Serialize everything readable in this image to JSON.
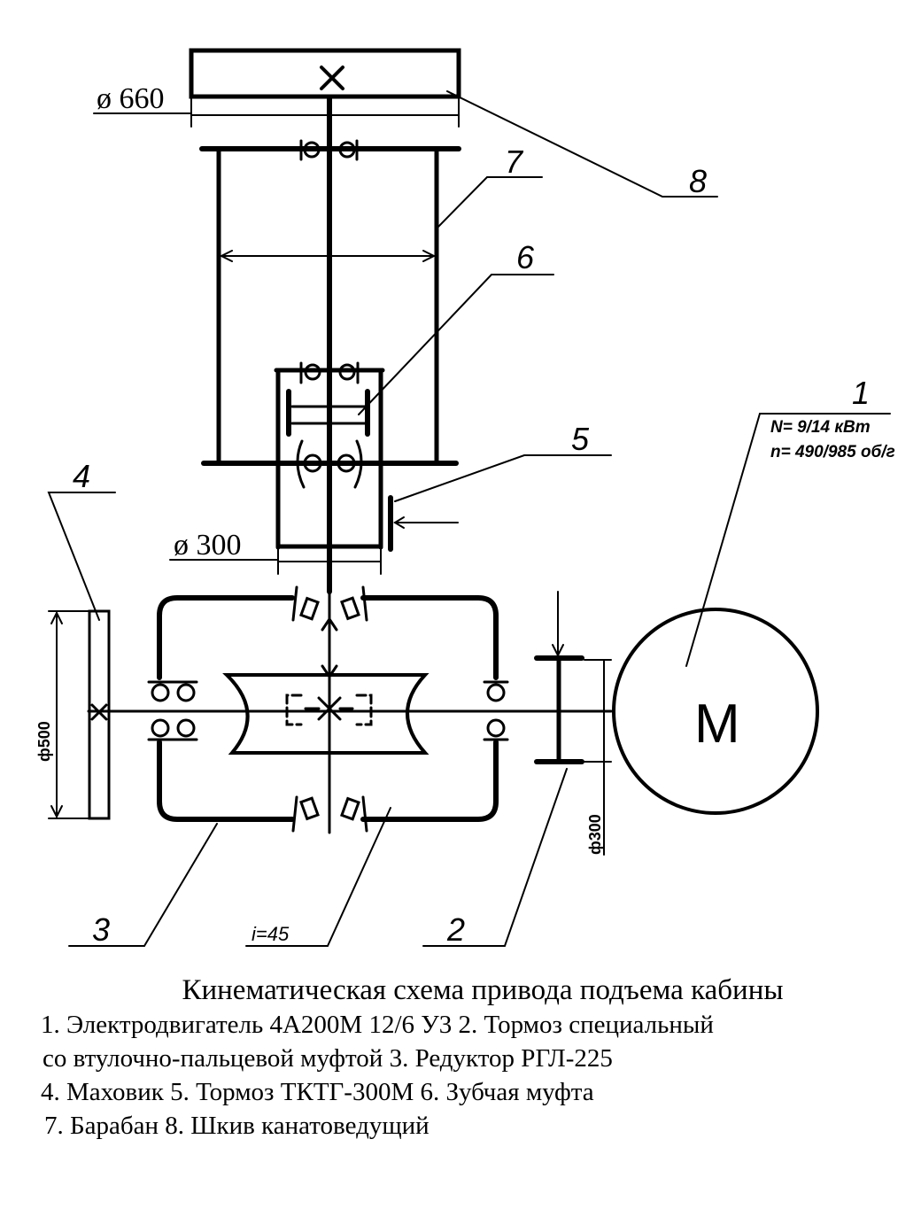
{
  "labels": {
    "l1": "1",
    "l2": "2",
    "l3": "3",
    "l4": "4",
    "l5": "5",
    "l6": "6",
    "l7": "7",
    "l8": "8",
    "motor": "M"
  },
  "dimensions": {
    "pulley": "ø 660",
    "brake": "ø 300",
    "flywheel": "ф500",
    "brake2": "ф300",
    "ratio": "i=45"
  },
  "motor_params": {
    "power": "N= 9/14 кВт",
    "speed": "n= 490/985 об/г"
  },
  "caption": {
    "title": "Кинематическая схема привода подъема кабины",
    "line1": "1. Электродвигатель 4А200М 12/6 У3 2. Тормоз специальный",
    "line2": "со втулочно-пальцевой муфтой 3. Редуктор РГЛ-225",
    "line3": "4. Маховик  5. Тормоз ТКТГ-300М  6. Зубчая муфта",
    "line4": "7. Барабан     8. Шкив канатоведущий"
  }
}
